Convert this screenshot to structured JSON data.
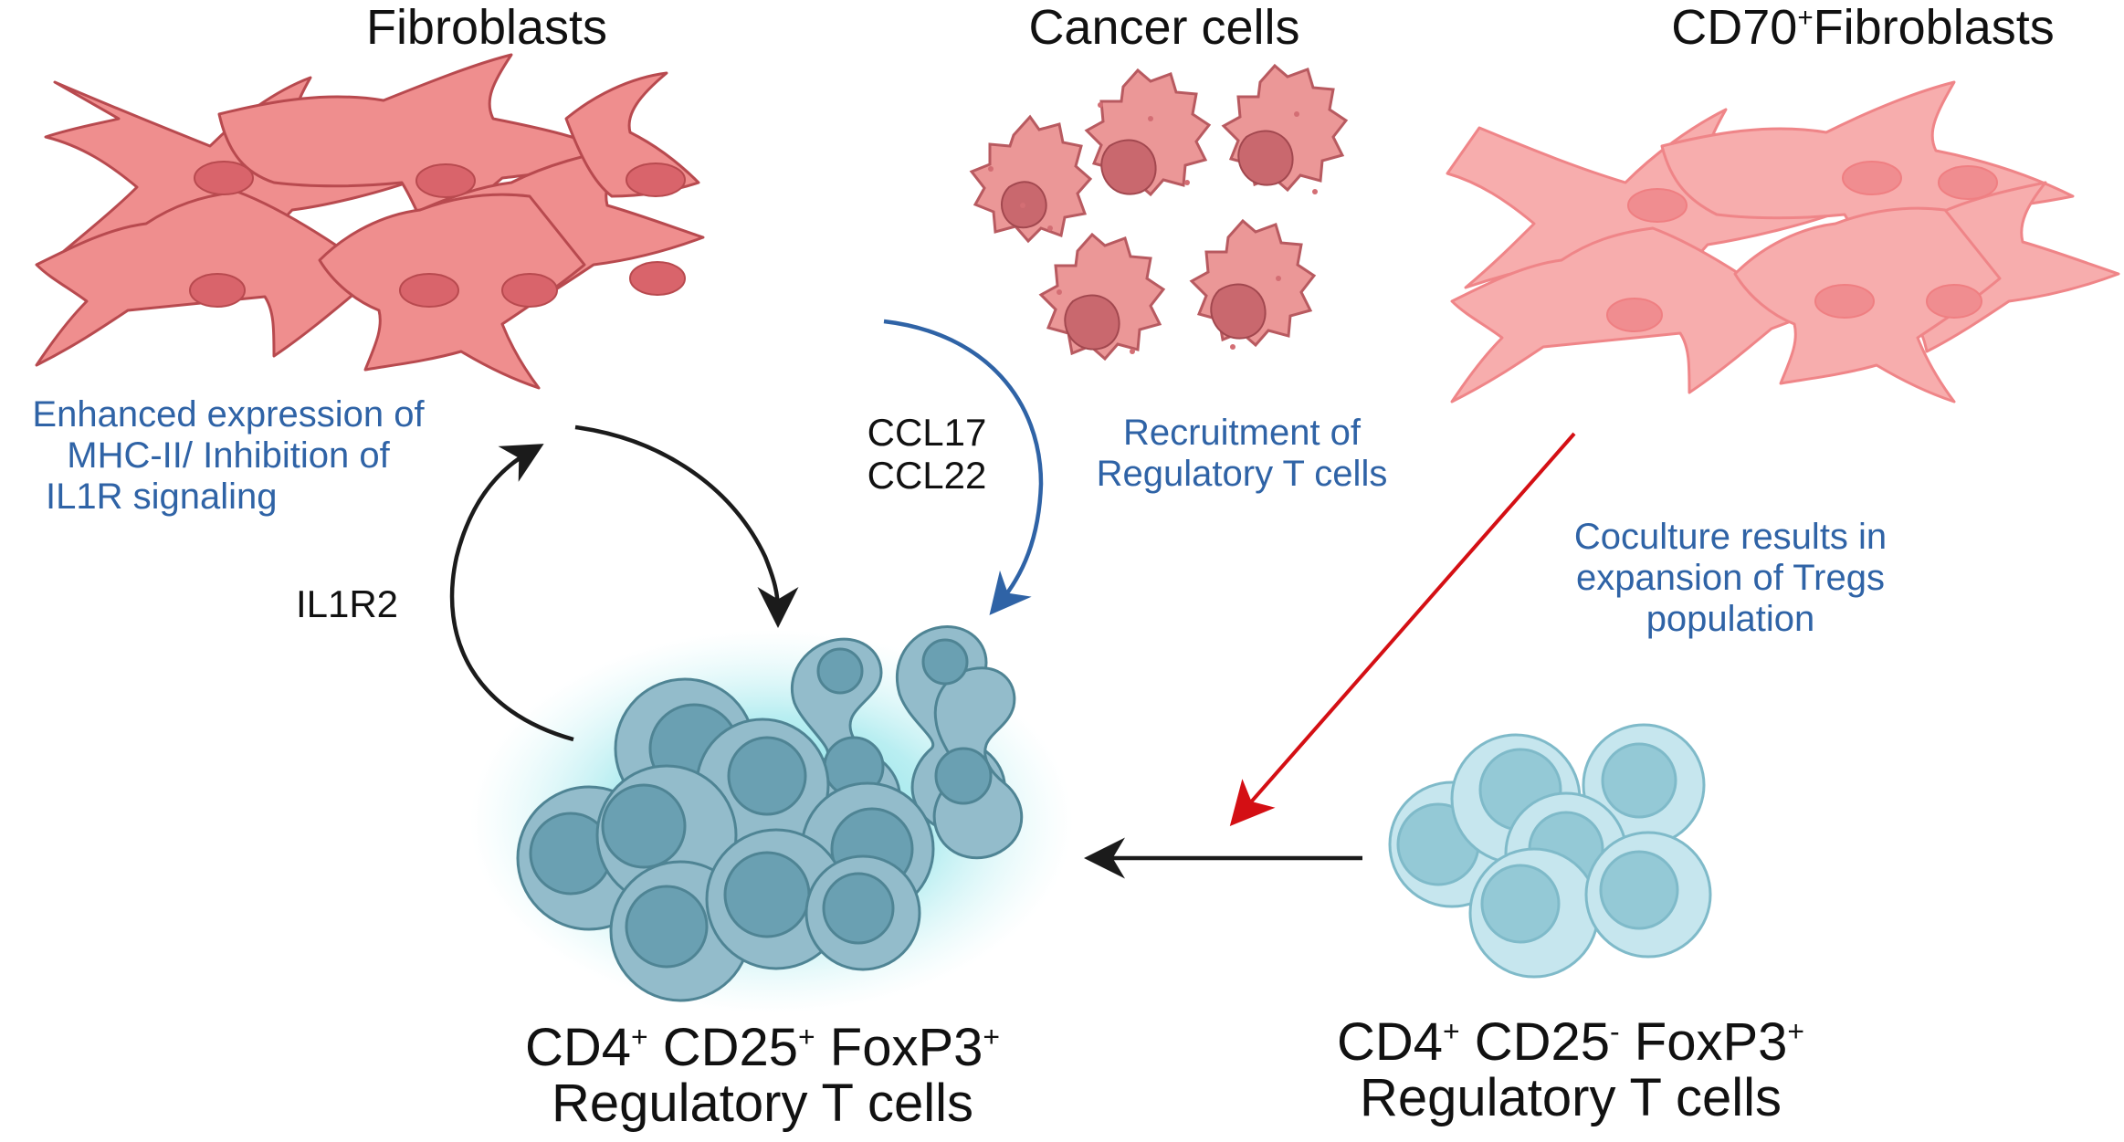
{
  "titles": {
    "fibroblasts": "Fibroblasts",
    "cancer_cells": "Cancer cells",
    "cd70_fibroblasts": {
      "prefix": "CD70",
      "sup": "+",
      "suffix": "Fibroblasts"
    }
  },
  "notes": {
    "enhanced_expression": [
      "Enhanced expression of",
      "MHC-II/ Inhibition of",
      "IL1R signaling"
    ],
    "recruitment": [
      "Recruitment of",
      "Regulatory T cells"
    ],
    "coculture": [
      "Coculture results in",
      "expansion of Tregs",
      "population"
    ]
  },
  "signals": {
    "il1r2": "IL1R2",
    "ccl17": "CCL17",
    "ccl22": "CCL22"
  },
  "cell_groups": {
    "treg_positive": {
      "marker1": "CD4",
      "marker1_sup": "+",
      "marker2": "CD25",
      "marker2_sup": "+",
      "marker3": "FoxP3",
      "marker3_sup": "+",
      "name": "Regulatory T cells"
    },
    "treg_negative": {
      "marker1": "CD4",
      "marker1_sup": "+",
      "marker2": "CD25",
      "marker2_sup": "-",
      "marker3": "FoxP3",
      "marker3_sup": "+",
      "name": "Regulatory T cells"
    }
  },
  "colors": {
    "fibroblast_fill": "#ef8e8e",
    "fibroblast_stroke": "#b84a4f",
    "nucleus": "#d9646b",
    "cd70_fill": "#f7a9a9",
    "cd70_stroke": "#ef7f82",
    "cancer_fill": "#eb9797",
    "cancer_nucleus": "#c9686e",
    "treg_fill": "#8fb9c7",
    "treg_stroke": "#4f8494",
    "treg_nucleus": "#6aa0b2",
    "glow": "#56d3dd",
    "light_treg_fill": "#c6e6ee",
    "light_treg_nucleus": "#94c9d6",
    "arrow_blue": "#2f63a6",
    "arrow_red": "#d40f14",
    "arrow_black": "#1b1b1b",
    "text_blue": "#2f63a6"
  }
}
